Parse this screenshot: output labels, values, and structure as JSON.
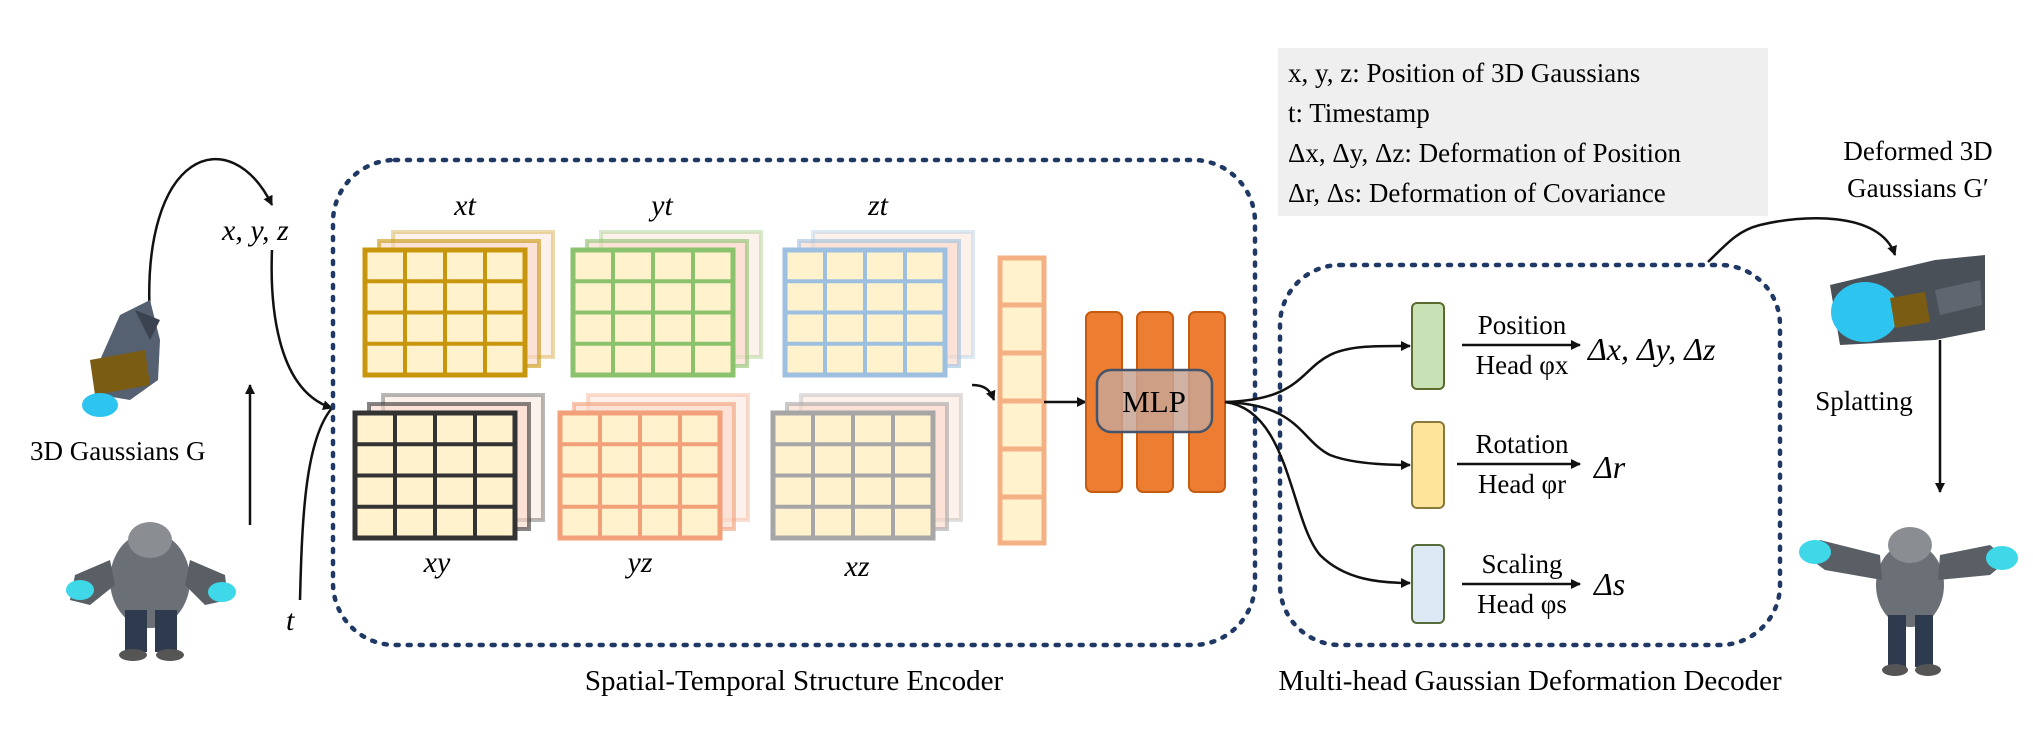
{
  "legend": {
    "line1": "x, y, z: Position of 3D Gaussians",
    "line2": "t: Timestamp",
    "line3": "Δx, Δy, Δz: Deformation of Position",
    "line4": "Δr, Δs: Deformation of Covariance"
  },
  "inputs": {
    "xyz": "x, y, z",
    "t": "t",
    "gaussians": "3D Gaussians G"
  },
  "encoder": {
    "title": "Spatial-Temporal Structure Encoder",
    "planes": [
      {
        "label": "xt",
        "color": "#C8960C",
        "bg": "#FAD7C8"
      },
      {
        "label": "yt",
        "color": "#8BC26C",
        "bg": "#FAD7C8"
      },
      {
        "label": "zt",
        "color": "#9DBFE0",
        "bg": "#FAD7C8"
      },
      {
        "label": "xy",
        "color": "#333333",
        "bg": "#FAD7C8"
      },
      {
        "label": "yz",
        "color": "#F2A07A",
        "bg": "#FAD7C8"
      },
      {
        "label": "xz",
        "color": "#A6A6A6",
        "bg": "#FAD7C8"
      }
    ],
    "mlp": "MLP"
  },
  "decoder": {
    "title": "Multi-head Gaussian Deformation Decoder",
    "heads": [
      {
        "top": "Position",
        "bottom": "Head φx",
        "output": "Δx, Δy, Δz",
        "color": "#C9E2B5"
      },
      {
        "top": "Rotation",
        "bottom": "Head φr",
        "output": "Δr",
        "color": "#FDE49A"
      },
      {
        "top": "Scaling",
        "bottom": "Head φs",
        "output": "Δs",
        "color": "#DCE8F4"
      }
    ]
  },
  "outputs": {
    "deformed_line1": "Deformed 3D",
    "deformed_line2": "Gaussians G′",
    "splatting": "Splatting"
  },
  "colors": {
    "cell_fill": "#FFF2CC",
    "mlp_orange": "#ED7D31",
    "feature_orange": "#F4B183",
    "dotted_box": "#1F3864",
    "legend_bg": "#EFEFEF"
  }
}
